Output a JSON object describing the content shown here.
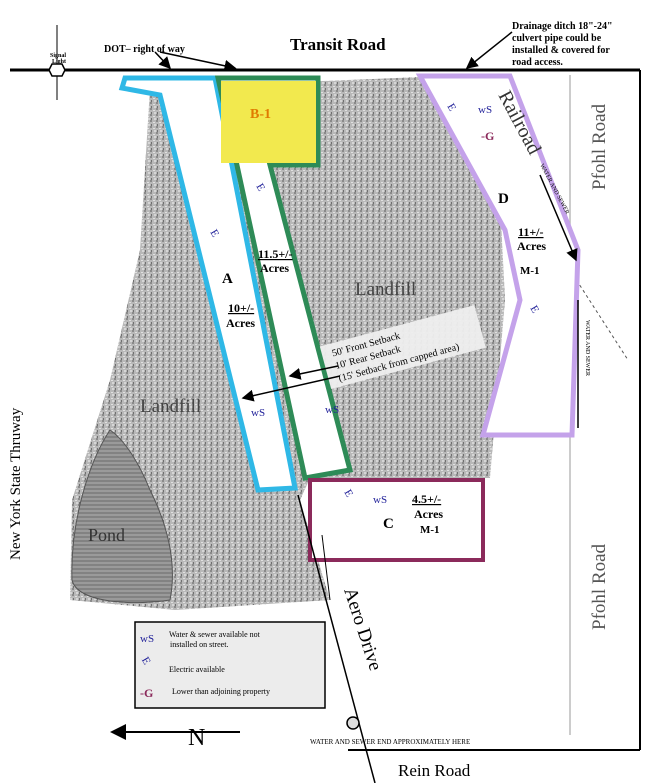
{
  "roads": {
    "transit": "Transit Road",
    "pfohl_top": "Pfohl Road",
    "pfohl_bottom": "Pfohl Road",
    "thruway": "New York State Thruway",
    "aero": "Aero Drive",
    "rein": "Rein Road",
    "railroad": "Railroad"
  },
  "annotations": {
    "signal_light_1": "Signal",
    "signal_light_2": "Light",
    "dot_row": "DOT– right of way",
    "drainage_1": "Drainage ditch 18\"-24\"",
    "drainage_2": "culvert pipe could be",
    "drainage_3": "installed & covered for",
    "drainage_4": "road access.",
    "setback_1": "50' Front Setback",
    "setback_2": "10' Rear Setback",
    "setback_3": "(15' Setback from capped area)",
    "water_sewer_rail": "WATER AND SEWER",
    "water_sewer_side": "WATER AND SEWER",
    "water_sewer_end": "WATER AND SEWER  END APPROXIMATELY HERE",
    "north": "N"
  },
  "areas": {
    "landfill_top": "Landfill",
    "landfill_left": "Landfill",
    "pond": "Pond"
  },
  "parcels": {
    "A": {
      "label": "A",
      "acres": "10+/-",
      "unit": "Acres",
      "color": "#2fb8e6"
    },
    "B": {
      "label": "B-1",
      "acres": "11.5+/-",
      "unit": "Acres",
      "color": "#2e8b57",
      "fill": "#f2e94e"
    },
    "C": {
      "label": "C",
      "acres": "4.5+/-",
      "unit": "Acres",
      "zoning": "M-1",
      "color": "#8b2a5b"
    },
    "D": {
      "label": "D",
      "acres": "11+/-",
      "unit": "Acres",
      "zoning": "M-1",
      "color": "#c4a2ea"
    }
  },
  "symbols": {
    "ws": "wS",
    "e": "E",
    "g": "-G"
  },
  "legend": {
    "items": [
      {
        "symbol": "wS",
        "text_1": "Water & sewer available not",
        "text_2": "installed on street."
      },
      {
        "symbol": "E",
        "text_1": "Electric available"
      },
      {
        "symbol": "-G",
        "text_1": "Lower than adjoining property"
      }
    ]
  }
}
